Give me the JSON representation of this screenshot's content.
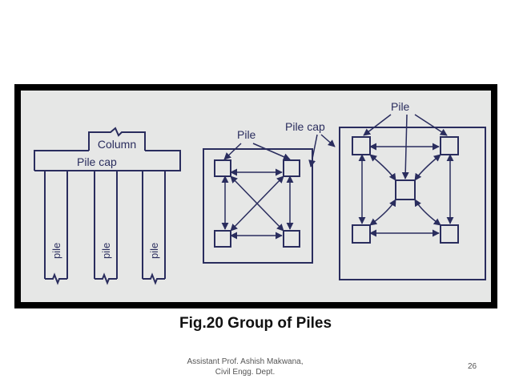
{
  "diagram": {
    "labels": {
      "column": "Column",
      "pile_cap_left": "Pile cap",
      "pile_1": "pile",
      "pile_2": "pile",
      "pile_3": "pile",
      "pile_mid": "Pile",
      "pile_cap_mid": "Pile cap",
      "pile_right": "Pile"
    },
    "line_color": "#2a2d5e",
    "background_color": "#e6e7e6"
  },
  "caption": "Fig.20 Group of Piles",
  "footer": {
    "author_line1": "Assistant Prof. Ashish Makwana,",
    "author_line2": "Civil Engg. Dept.",
    "page_number": "26"
  }
}
